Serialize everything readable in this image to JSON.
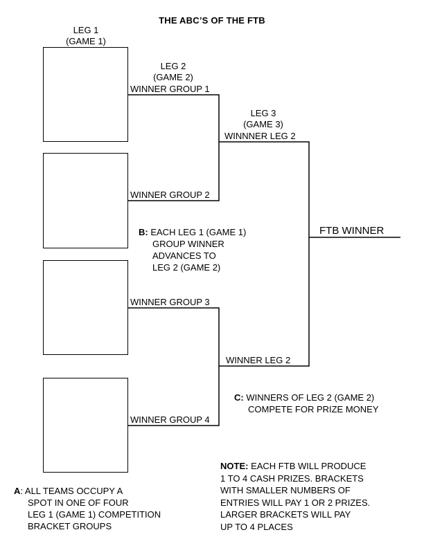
{
  "title": "THE ABC’S OF THE FTB",
  "leg1": {
    "line1": "LEG 1",
    "line2": "(GAME 1)"
  },
  "leg2": {
    "line1": "LEG 2",
    "line2": "(GAME 2)"
  },
  "leg3": {
    "line1": "LEG 3",
    "line2": "(GAME 3)"
  },
  "winner_group_1": "WINNER GROUP 1",
  "winner_group_2": "WINNER GROUP 2",
  "winner_group_3": "WINNER GROUP 3",
  "winner_group_4": "WINNER GROUP 4",
  "winner_leg2_top": "WINNNER LEG 2",
  "winner_leg2_bottom": "WINNER LEG 2",
  "ftb_winner": "FTB WINNER",
  "note_a": {
    "letter": "A",
    "line1": ": ALL TEAMS OCCUPY A",
    "line2": "SPOT IN ONE OF FOUR",
    "line3": "LEG 1 (GAME 1) COMPETITION",
    "line4": "BRACKET GROUPS"
  },
  "note_b": {
    "letter": "B:",
    "line1": "EACH LEG 1 (GAME 1)",
    "line2": "GROUP WINNER",
    "line3": "ADVANCES TO",
    "line4": "LEG 2 (GAME 2)"
  },
  "note_c": {
    "letter": "C:",
    "line1": "WINNERS OF LEG 2 (GAME 2)",
    "line2": "COMPETE FOR PRIZE MONEY"
  },
  "note": {
    "label": "NOTE:",
    "line1": "EACH FTB WILL PRODUCE",
    "line2": "1 TO 4 CASH PRIZES.  BRACKETS",
    "line3": "WITH SMALLER NUMBERS OF",
    "line4": "ENTRIES WILL PAY 1 OR 2 PRIZES.",
    "line5": "LARGER BRACKETS WILL PAY",
    "line6": "UP TO 4 PLACES"
  }
}
